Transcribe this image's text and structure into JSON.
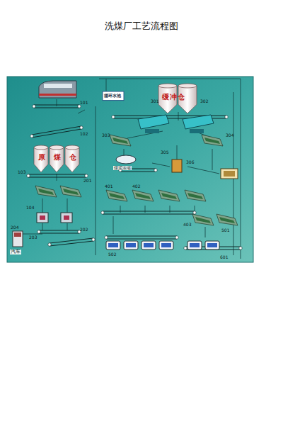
{
  "diagram": {
    "title": "洗煤厂工艺流程图",
    "nodes": [
      {
        "text": [
          "原煤仓"
        ]
      },
      {
        "text": [
          "缓冲仓"
        ]
      },
      {
        "text": [
          "循环水池"
        ]
      }
    ],
    "labels": [
      "汽车",
      "煤泥浓缩",
      "101",
      "102",
      "103",
      "104",
      "201",
      "202",
      "203",
      "204",
      "301",
      "302",
      "303",
      "304",
      "305",
      "306",
      "401",
      "402",
      "403",
      "501",
      "502",
      "601"
    ]
  }
}
